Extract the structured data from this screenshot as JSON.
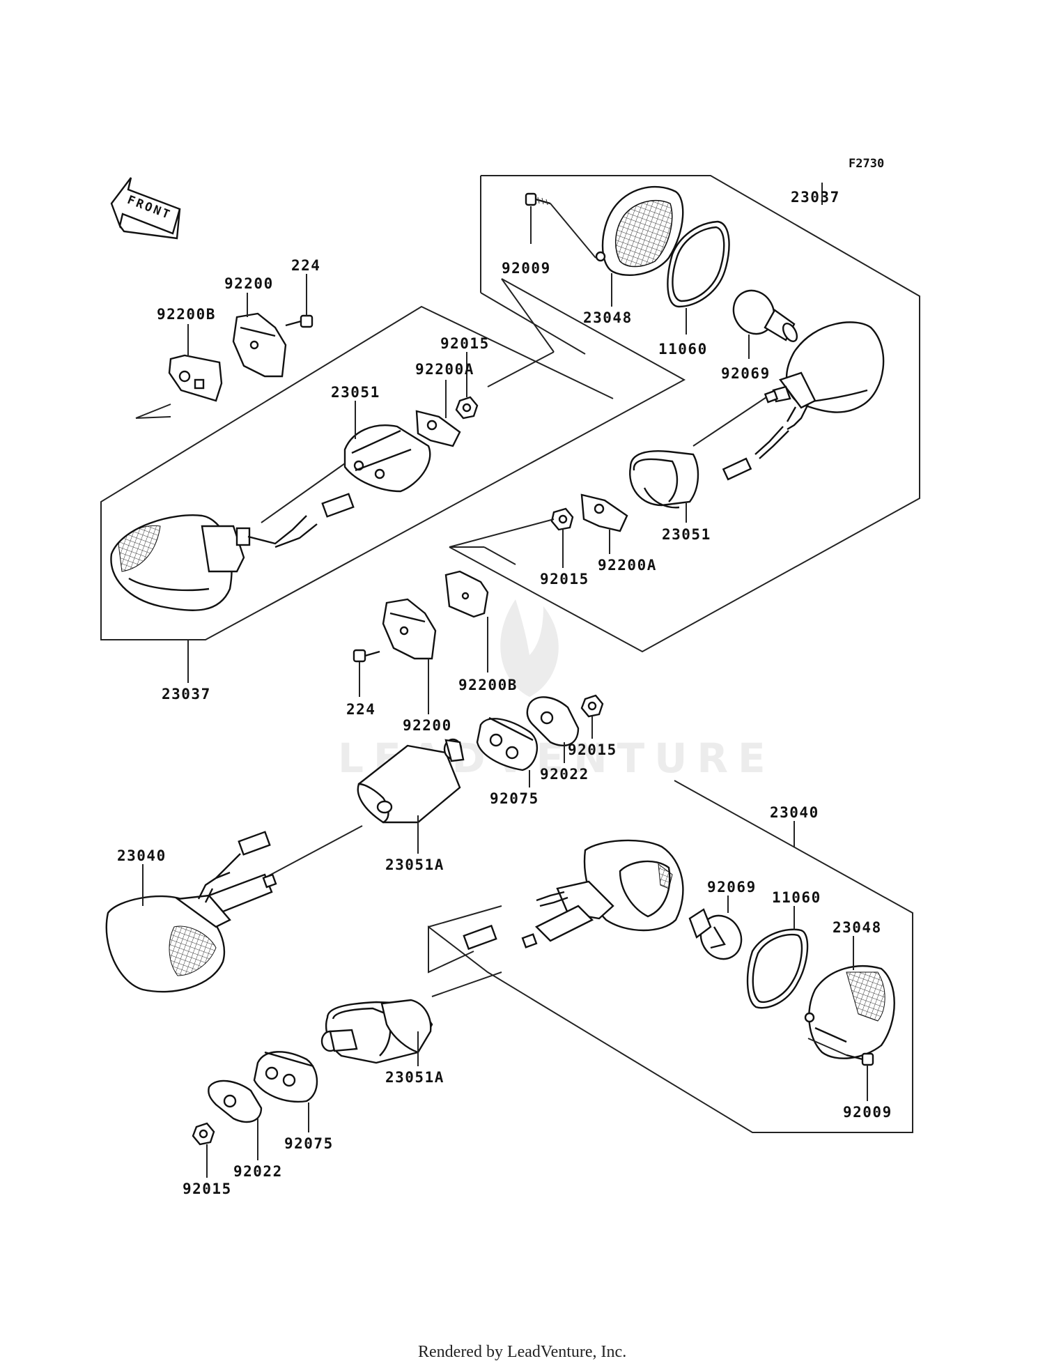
{
  "figure_code": "F2730",
  "front_label": "FRONT",
  "watermark": "LEADVENTURE",
  "footer": "Rendered by LeadVenture, Inc.",
  "labels": {
    "p23037_a": "23037",
    "p23037_b": "23037",
    "p92009_a": "92009",
    "p92009_b": "92009",
    "p23048_a": "23048",
    "p23048_b": "23048",
    "p11060_a": "11060",
    "p11060_b": "11060",
    "p92069_a": "92069",
    "p92069_b": "92069",
    "p92200_a": "92200",
    "p92200_b": "92200",
    "p224_a": "224",
    "p224_b": "224",
    "p92200B_a": "92200B",
    "p92200B_b": "92200B",
    "p92015_a": "92015",
    "p92015_b": "92015",
    "p92015_c": "92015",
    "p92015_d": "92015",
    "p92200A_a": "92200A",
    "p92200A_b": "92200A",
    "p23051_a": "23051",
    "p23051_b": "23051",
    "p92022_a": "92022",
    "p92022_b": "92022",
    "p92075_a": "92075",
    "p92075_b": "92075",
    "p23051A_a": "23051A",
    "p23051A_b": "23051A",
    "p23040_a": "23040",
    "p23040_b": "23040"
  }
}
